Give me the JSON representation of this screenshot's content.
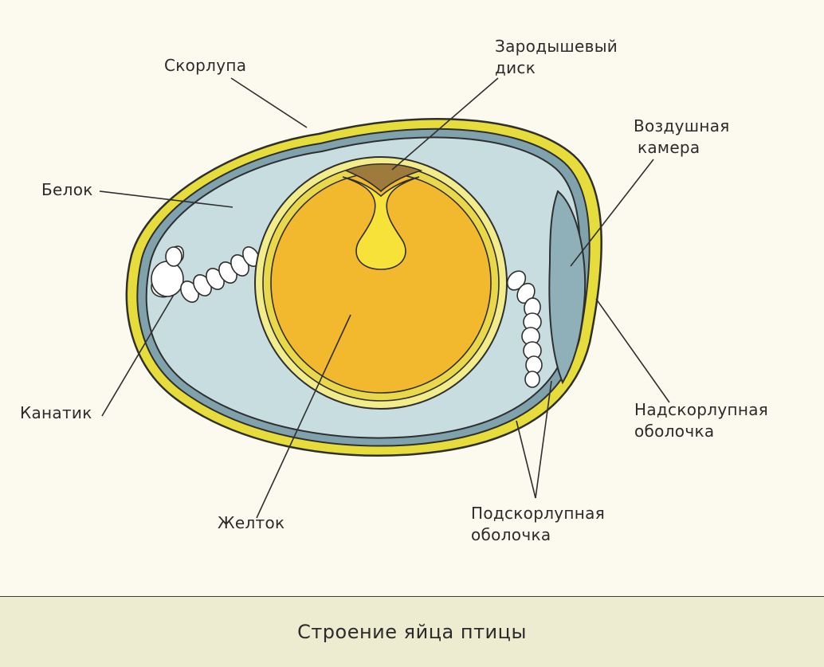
{
  "labels": {
    "shell": "Скорлупа",
    "germinal_disc_1": "Зародышевый",
    "germinal_disc_2": "диск",
    "air_chamber_1": "Воздушная",
    "air_chamber_2": "камера",
    "albumen": "Белок",
    "chalaza": "Канатик",
    "yolk": "Желток",
    "outer_membrane_1": "Надскорлупная",
    "outer_membrane_2": "оболочка",
    "inner_membrane_1": "Подскорлупная",
    "inner_membrane_2": "оболочка"
  },
  "caption": "Строение яйца птицы",
  "colors": {
    "background": "#fcfaee",
    "caption_bar": "#eeecd0",
    "shell_yellow": "#e6dc3c",
    "shell_blue": "#7fa2ad",
    "albumen": "#c7dde0",
    "air_chamber": "#8fb0b8",
    "yolk": "#f2b92e",
    "yolk_membrane": "#f2ec8a",
    "germinal_disc": "#9e7a3c",
    "latebra": "#f7e23a",
    "chalaza": "#ffffff",
    "outline": "#2f2f2f"
  }
}
